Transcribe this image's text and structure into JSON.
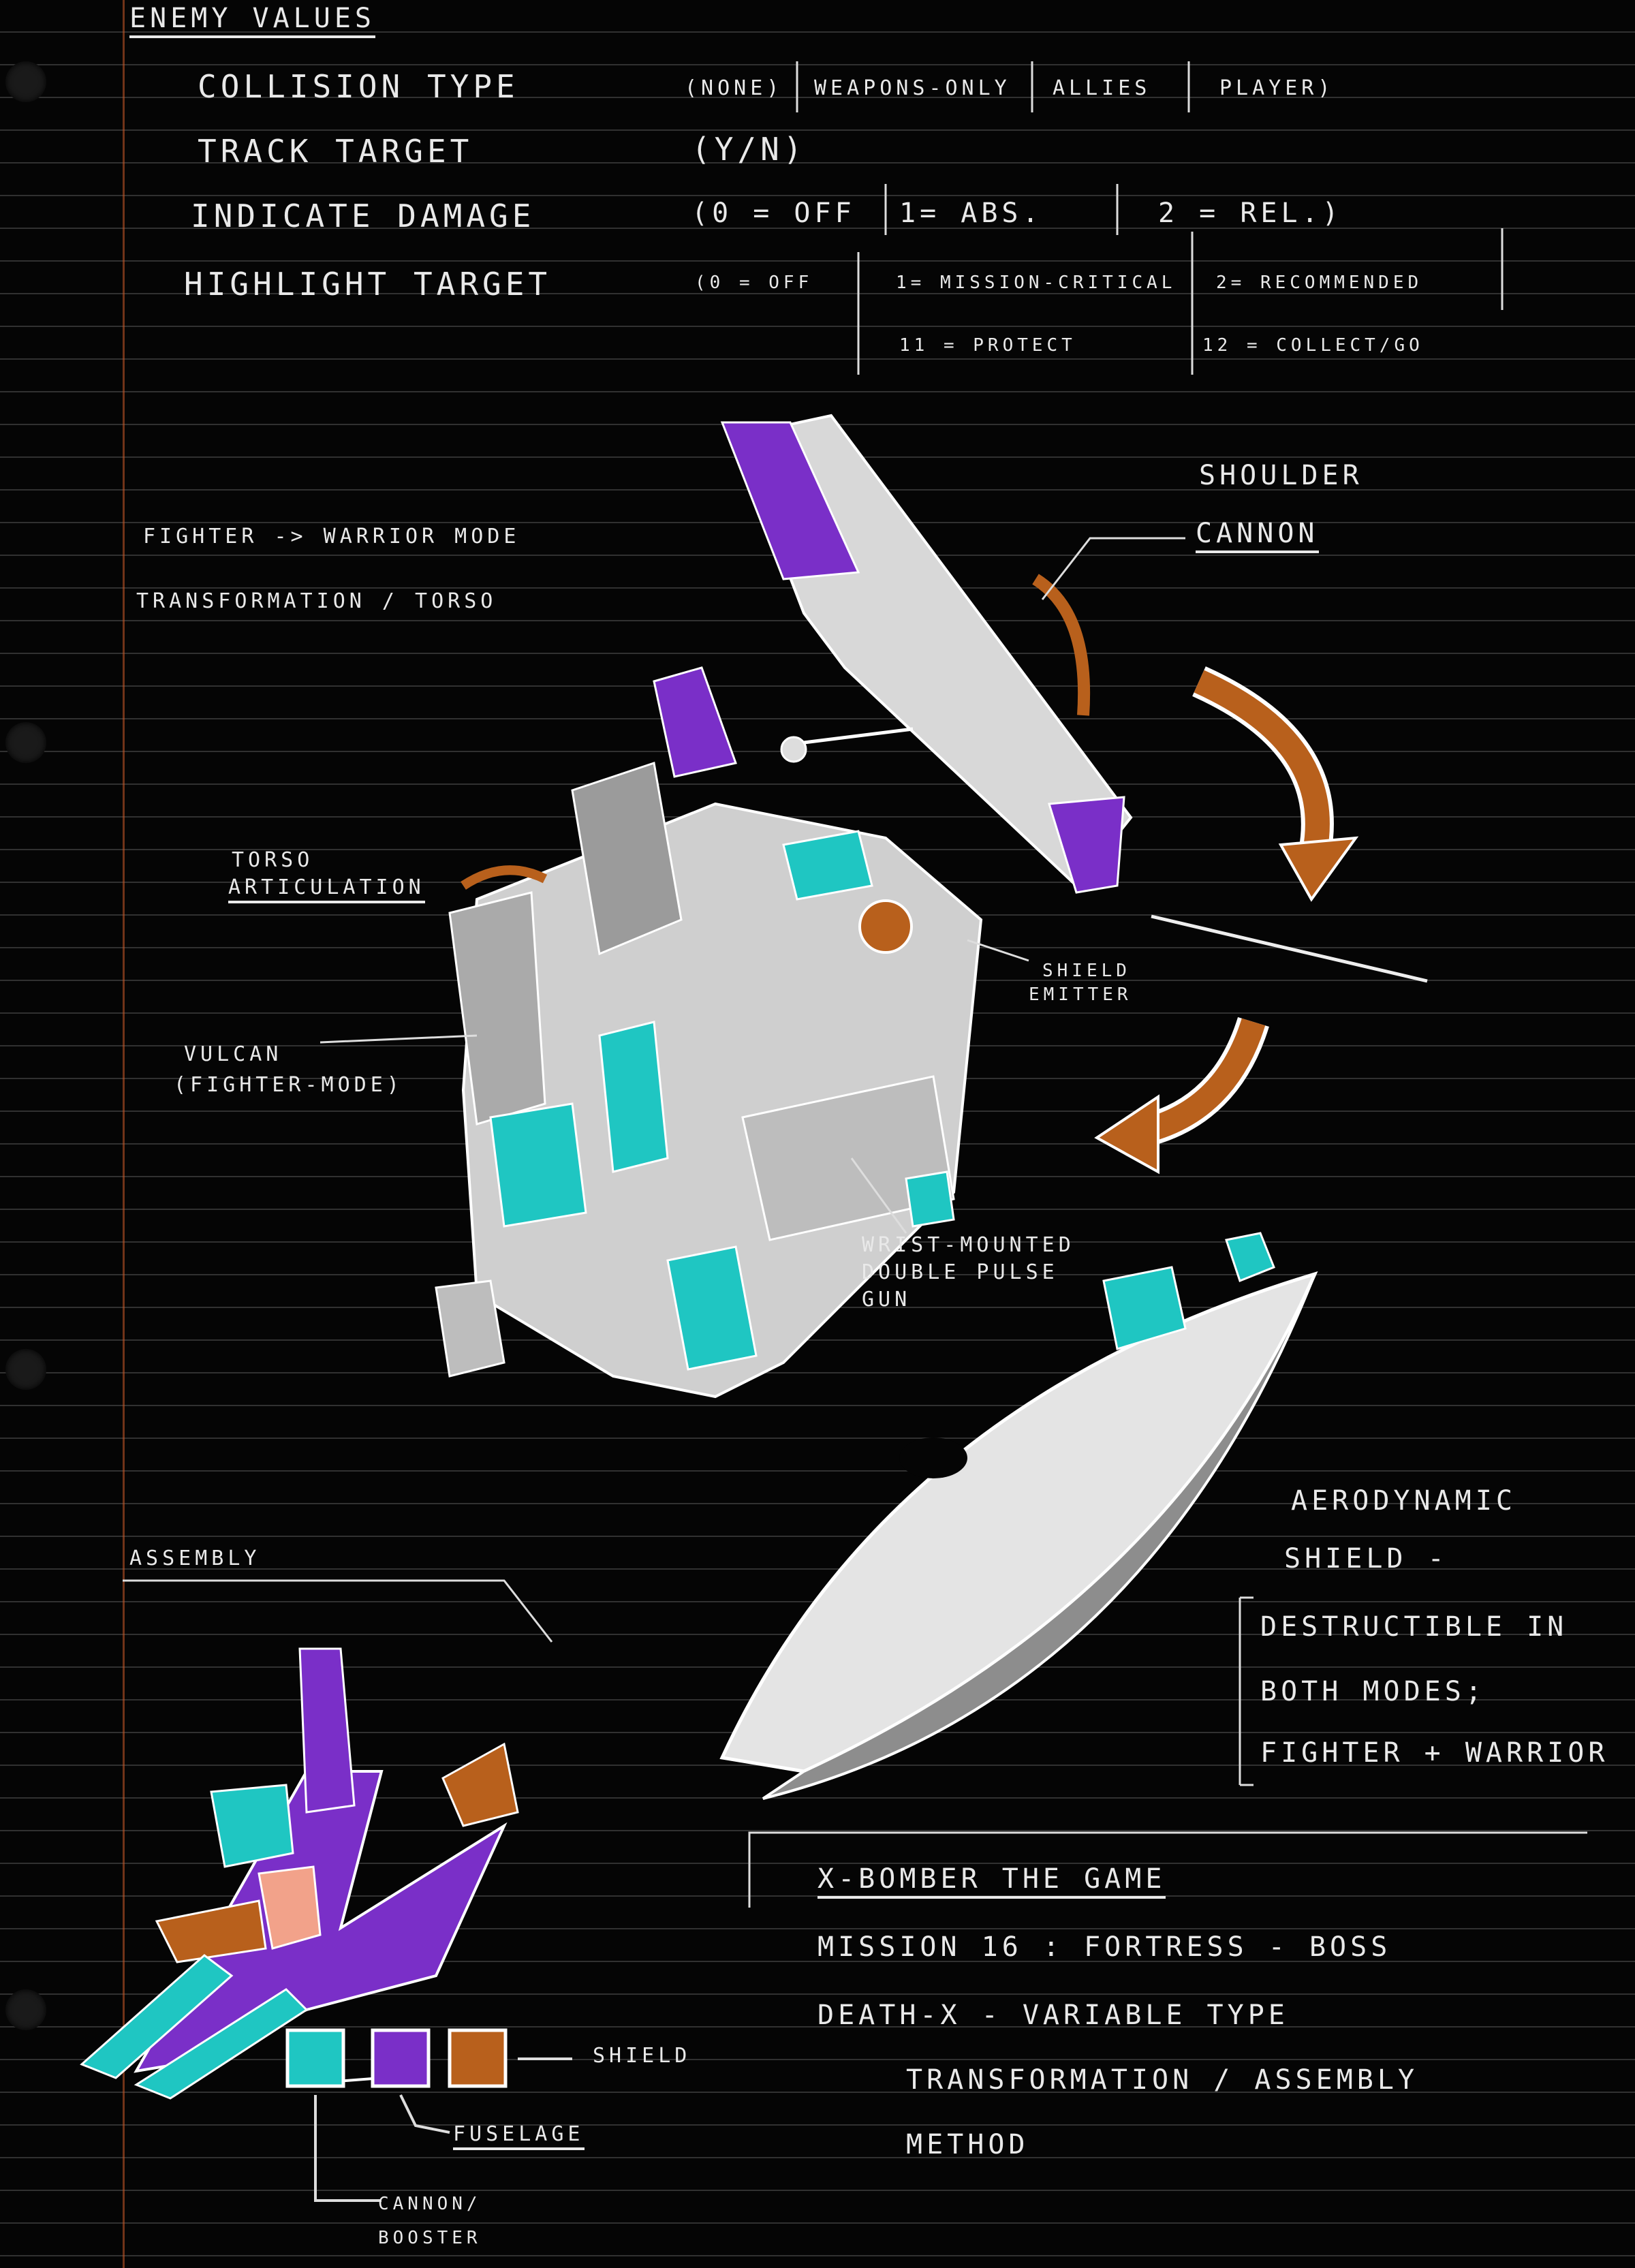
{
  "enemy_values": {
    "heading": "ENEMY VALUES",
    "rows": [
      {
        "label": "COLLISION TYPE",
        "options": [
          "(NONE)",
          "WEAPONS-ONLY",
          "ALLIES",
          "PLAYER)"
        ]
      },
      {
        "label": "TRACK TARGET",
        "options": [
          "(Y/N)"
        ]
      },
      {
        "label": "INDICATE DAMAGE",
        "options": [
          "(0 = OFF",
          "1= ABS.",
          "2 = REL.)"
        ]
      },
      {
        "label": "HIGHLIGHT TARGET",
        "options": [
          "(0 = OFF",
          "1= MISSION-CRITICAL",
          "2= RECOMMENDED"
        ],
        "options2": [
          "11 = PROTECT",
          "12 = COLLECT/GO"
        ]
      }
    ]
  },
  "annotations": {
    "shoulder_cannon": [
      "SHOULDER",
      "CANNON"
    ],
    "transformation": [
      "FIGHTER -> WARRIOR MODE",
      "TRANSFORMATION / TORSO"
    ],
    "torso_articulation": [
      "TORSO",
      "ARTICULATION"
    ],
    "shield_emitter": [
      "SHIELD",
      "EMITTER"
    ],
    "vulcan": [
      "VULCAN",
      "(FIGHTER-MODE)"
    ],
    "wrist_gun": [
      "WRIST-MOUNTED",
      "DOUBLE PULSE",
      "GUN"
    ],
    "aero_shield": [
      "AERODYNAMIC",
      "SHIELD -",
      "DESTRUCTIBLE IN",
      "BOTH MODES;",
      "FIGHTER + WARRIOR"
    ],
    "assembly": "ASSEMBLY"
  },
  "legend": {
    "items": [
      {
        "label": "SHIELD",
        "color": "#1fc6c2"
      },
      {
        "label": "FUSELAGE",
        "color": "#7a2fc8"
      },
      {
        "label": "CANNON/ BOOSTER",
        "color": "#b8601c"
      }
    ]
  },
  "title_block": {
    "title": "X-BOMBER THE GAME",
    "line1": "MISSION 16 : FORTRESS - BOSS",
    "line2": "DEATH-X - VARIABLE TYPE",
    "line3": "TRANSFORMATION / ASSEMBLY",
    "line4": "METHOD"
  },
  "colors": {
    "cyan": "#1fc6c2",
    "purple": "#7a2fc8",
    "orange": "#b8601c",
    "ink": "#e9e9e9"
  }
}
